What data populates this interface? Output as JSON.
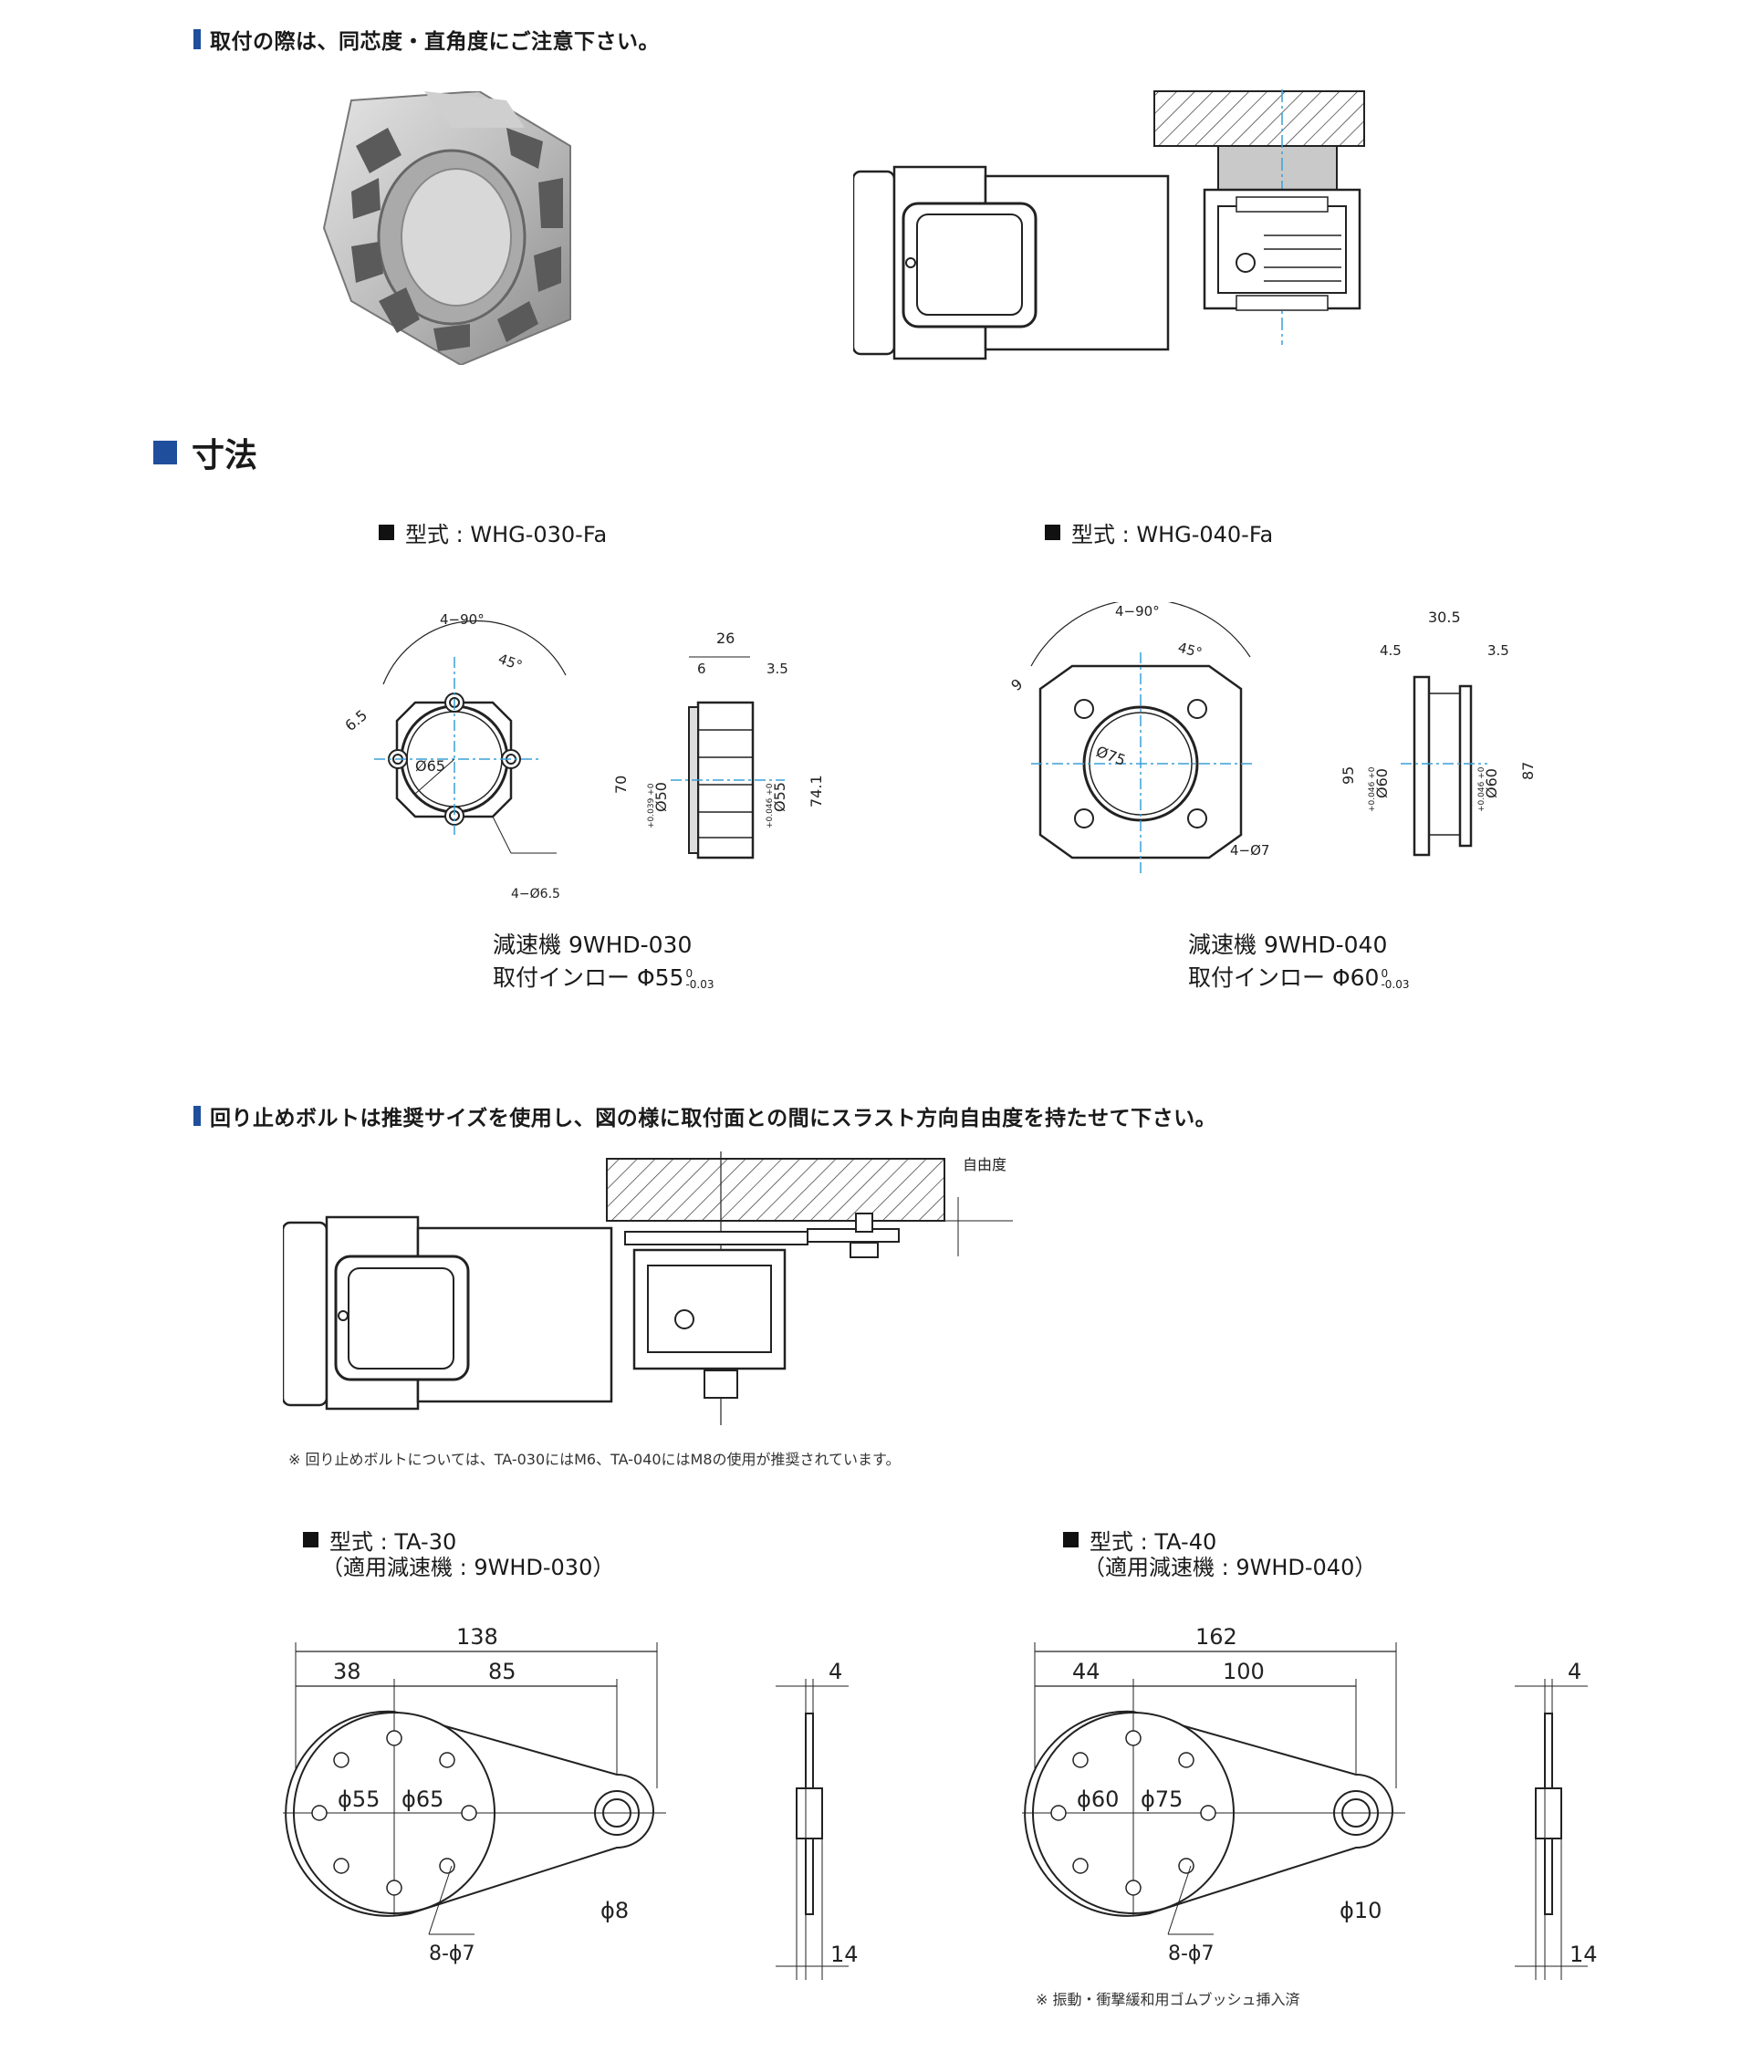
{
  "notes": {
    "mount_caution": "取付の際は、同芯度・直角度にご注意下さい。",
    "bolt_caution": "回り止めボルトは推奨サイズを使用し、図の様に取付面との間にスラスト方向自由度を持たせて下さい。",
    "bolt_footnote": "※ 回り止めボルトについては、TA-030にはM6、TA-040にはM8の使用が推奨されています。",
    "rubber_footnote": "※ 振動・衝撃緩和用ゴムブッシュ挿入済"
  },
  "section": {
    "title": "寸法"
  },
  "models": {
    "whg030": {
      "label": "型式 : WHG-030-Fa",
      "reducer": "減速機 9WHD-030",
      "spigot": "取付インロー Φ55",
      "spigot_tol_upper": "0",
      "spigot_tol_lower": "-0.03",
      "dims": {
        "angle": "4−90°",
        "angle45": "45°",
        "d65": "Ø65",
        "holes": "4−Ø6.5",
        "d65_5": "6.5",
        "w26": "26",
        "w6": "6",
        "w35": "3.5",
        "h70": "70",
        "h741": "74.1",
        "d50": "Ø50",
        "d50_tol": "+0.039 +0",
        "d55": "Ø55",
        "d55_tol": "+0.046 +0"
      }
    },
    "whg040": {
      "label": "型式 : WHG-040-Fa",
      "reducer": "減速機 9WHD-040",
      "spigot": "取付インロー Φ60",
      "spigot_tol_upper": "0",
      "spigot_tol_lower": "-0.03",
      "dims": {
        "angle": "4−90°",
        "angle45": "45°",
        "d75": "Ø75",
        "holes": "4−Ø7",
        "d9": "9",
        "w305": "30.5",
        "w45": "4.5",
        "w35": "3.5",
        "h95": "95",
        "h87": "87",
        "d60a": "Ø60",
        "d60a_tol": "+0.046 +0",
        "d60b": "Ø60",
        "d60b_tol": "+0.046 +0"
      }
    },
    "ta30": {
      "label": "型式 : TA-30",
      "sub": "（適用減速機 : 9WHD-030）",
      "dims": {
        "total": "138",
        "left": "38",
        "right": "85",
        "d55": "ϕ55",
        "d65": "ϕ65",
        "d8": "ϕ8",
        "holes": "8-ϕ7",
        "t4": "4",
        "t14": "14"
      }
    },
    "ta40": {
      "label": "型式 : TA-40",
      "sub": "（適用減速機 : 9WHD-040）",
      "dims": {
        "total": "162",
        "left": "44",
        "right": "100",
        "d60": "ϕ60",
        "d75": "ϕ75",
        "d10": "ϕ10",
        "holes": "8-ϕ7",
        "t4": "4",
        "t14": "14"
      }
    }
  },
  "freedom_label": "自由度",
  "colors": {
    "accent": "#1f4e9c",
    "center_line": "#3aa0d8",
    "line": "#222222",
    "part_gray": "#9a9a9a"
  }
}
